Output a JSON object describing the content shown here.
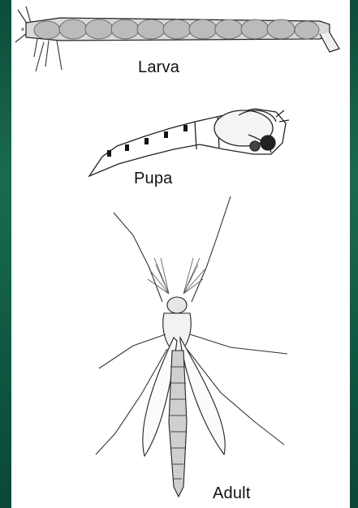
{
  "stages": {
    "larva_label": "Larva",
    "pupa_label": "Pupa",
    "adult_label": "Adult"
  },
  "colors": {
    "background": "#0f5a44",
    "panel": "#ffffff",
    "ink": "#111111"
  }
}
